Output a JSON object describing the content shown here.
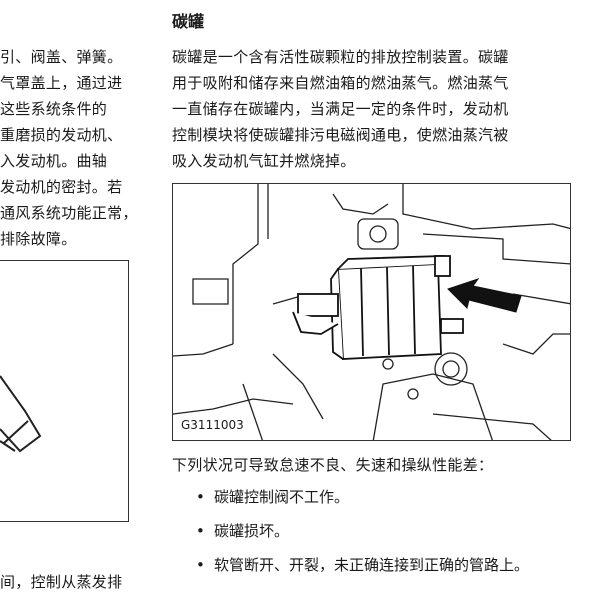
{
  "left_column": {
    "lines": [
      "引、阀盖、弹簧。",
      "气罩盖上，通过进",
      "这些系统条件的",
      "重磨损的发动机、",
      "入发动机。曲轴",
      "发动机的密封。若",
      "通风系统功能正常，",
      "排除故障。"
    ],
    "bottom_line": "间，控制从蒸发排"
  },
  "right_column": {
    "heading": "碳罐",
    "paragraph_lines": [
      "碳罐是一个含有活性碳颗粒的排放控制装置。碳罐",
      "用于吸附和储存来自燃油箱的燃油蒸气。燃油蒸气",
      "一直储存在碳罐内，当满足一定的条件时，发动机",
      "控制模块将使碳罐排污电磁阀通电，使燃油蒸汽被",
      "吸入发动机气缸并燃烧掉。"
    ],
    "figure_caption": "G3111003",
    "list_intro": "下列状况可导致怠速不良、失速和操纵性能差：",
    "bullet_symbol": "•",
    "bullets": [
      "碳罐控制阀不工作。",
      "碳罐损坏。",
      "软管断开、开裂，未正确连接到正确的管路上。"
    ]
  }
}
